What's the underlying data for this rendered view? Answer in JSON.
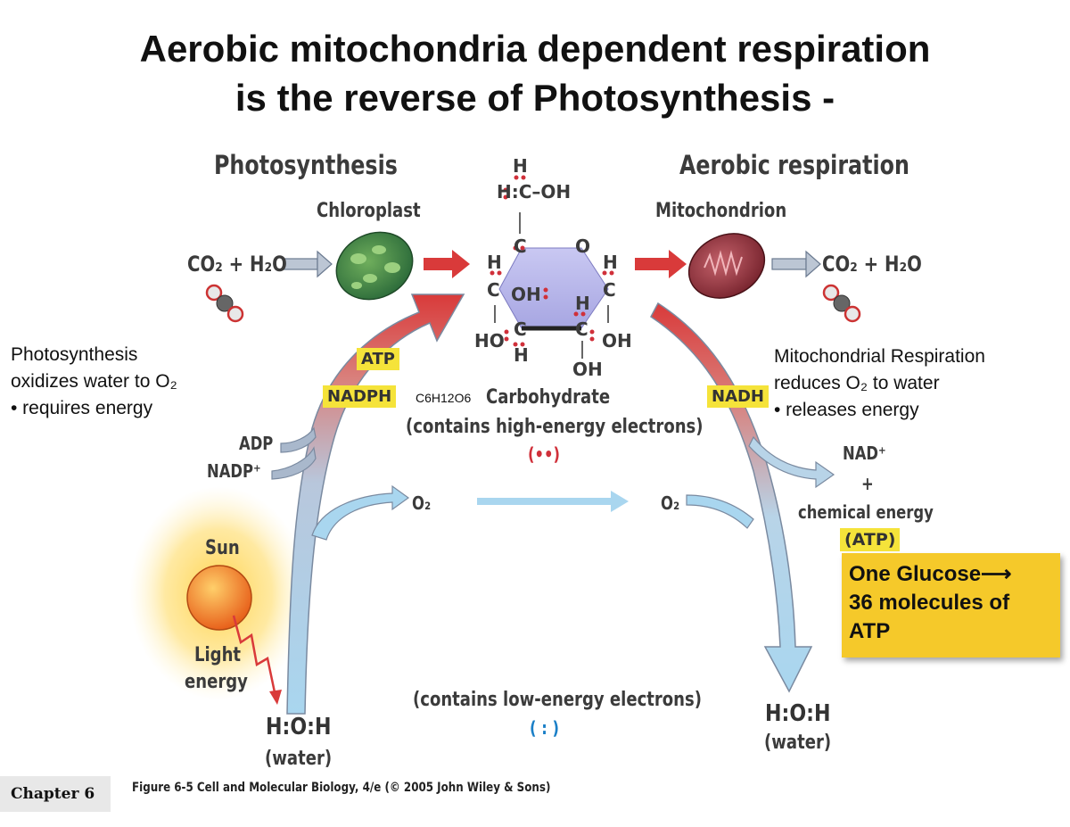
{
  "title_line1": "Aerobic mitochondria dependent respiration",
  "title_line2": "is the reverse of  Photosynthesis -",
  "left_header": "Photosynthesis",
  "left_organelle": "Chloroplast",
  "right_header": "Aerobic respiration",
  "right_organelle": "Mitochondrion",
  "reactants_left": "CO₂ + H₂O",
  "products_right": "CO₂ + H₂O",
  "tag_atp": "ATP",
  "tag_nadph": "NADPH",
  "tag_nadh": "NADH",
  "adp": "ADP",
  "nadp": "NADP⁺",
  "o2_left": "O₂",
  "o2_right": "O₂",
  "formula": "C6H12O6",
  "carbohydrate": "Carbohydrate",
  "high_energy": "(contains high-energy electrons)",
  "high_energy_symbol": "(••)",
  "low_energy": "(contains low-energy electrons)",
  "low_energy_symbol": "( : )",
  "nad": "NAD⁺",
  "plus": "+",
  "chemical_energy": "chemical energy",
  "atp_paren": "(ATP)",
  "sun": "Sun",
  "light_energy_1": "Light",
  "light_energy_2": "energy",
  "water_left": "H:O:H",
  "water_left_label": "(water)",
  "water_right": "H:O:H",
  "water_right_label": "(water)",
  "left_note": [
    "Photosynthesis",
    "oxidizes water to O₂",
    "•  requires energy"
  ],
  "right_note": [
    "Mitochondrial Respiration",
    "reduces O₂ to water",
    "•  releases energy"
  ],
  "glucose_box": [
    "One Glucose⟶",
    "36 molecules of",
    "ATP"
  ],
  "chapter": "Chapter 6",
  "caption": "Figure 6-5  Cell and Molecular Biology, 4/e (© 2005 John Wiley & Sons)",
  "glucose_atoms": {
    "top_h": "H",
    "top_hc_oh": "H:C–OH",
    "c1": "C",
    "o": "O",
    "h_left": "H",
    "h_right": "H",
    "c_left": "C",
    "c_right": "C",
    "oh_inner": "OH",
    "h_inner": "H",
    "ho": "HO",
    "oh_right": "OH",
    "h_bottom": "H",
    "oh_bottom": "OH",
    "c_bl": "C",
    "c_br": "C"
  },
  "colors": {
    "yellow_tag": "#f5e33a",
    "red_arrow": "#d93a3a",
    "blue_arrow": "#a9d6ef",
    "hexagon": "#b9b7ea",
    "sun": "#f08a2a",
    "box": "#f5c92a"
  }
}
